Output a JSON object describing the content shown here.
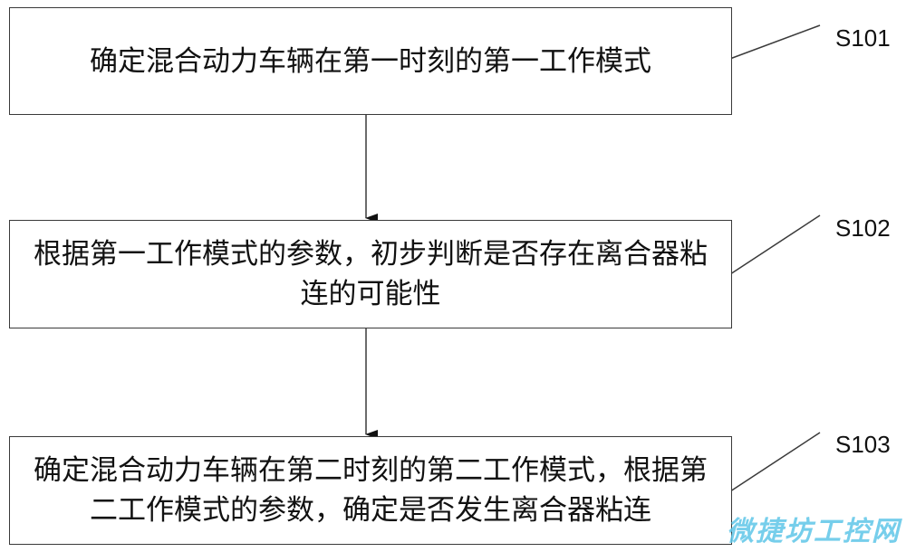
{
  "steps": [
    {
      "id": "S101",
      "text": "确定混合动力车辆在第一时刻的第一工作模式"
    },
    {
      "id": "S102",
      "text": "根据第一工作模式的参数，初步判断是否存在离合器粘连的可能性"
    },
    {
      "id": "S103",
      "text": "确定混合动力车辆在第二时刻的第二工作模式，根据第二工作模式的参数，确定是否发生离合器粘连"
    }
  ],
  "watermark": "微捷坊工控网",
  "colors": {
    "line": "#3a3a3a",
    "text": "#111111",
    "watermark": "#5fc6e8"
  }
}
